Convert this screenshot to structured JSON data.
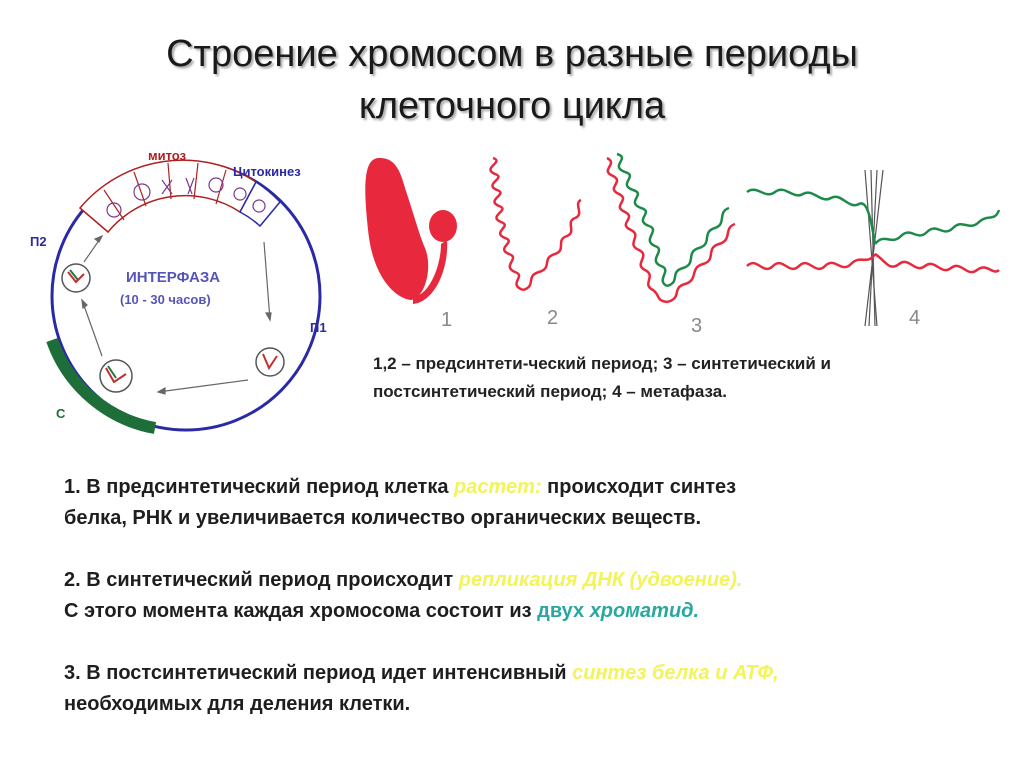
{
  "title": {
    "line1": "Строение хромосом в разные периоды",
    "line2": "клеточного цикла"
  },
  "cycle": {
    "label_mitosis": "митоз",
    "label_cytokinesis": "Цитокинез",
    "label_interphase": "ИНТЕРФАЗА",
    "label_duration": "(10 - 30 часов)",
    "label_p2": "П2",
    "label_p1": "П1",
    "label_s": "С"
  },
  "chromosomes": {
    "num1": "1",
    "num2": "2",
    "num3": "3",
    "num4": "4"
  },
  "caption": {
    "line1": "1,2 – предсинтети-ческий период;  3 – синтетический и",
    "line2": "постсинтетический период; 4 –  метафаза."
  },
  "paragraphs": {
    "p1_a": "1. В предсинтетический период клетка ",
    "p1_hl": "растет:",
    "p1_b": " происходит синтез",
    "p1_c": "белка, РНК и увеличивается количество органических веществ.",
    "p2_a": "2. В синтетический период происходит ",
    "p2_hl": "репликация ДНК (удвоение).",
    "p2_b": "С этого момента каждая хромосома состоит из ",
    "p2_t1": "двух ",
    "p2_t2": "хроматид.",
    "p3_a": "3. В постсинтетический период идет интенсивный ",
    "p3_hl": "синтез белка и АТФ,",
    "p3_b": "необходимых для деления клетки."
  },
  "colors": {
    "red": "#e8283c",
    "green": "#1e8a4a",
    "blue": "#2a2aa6",
    "highlight": "#f3f35a",
    "teal": "#2aa7a1"
  }
}
